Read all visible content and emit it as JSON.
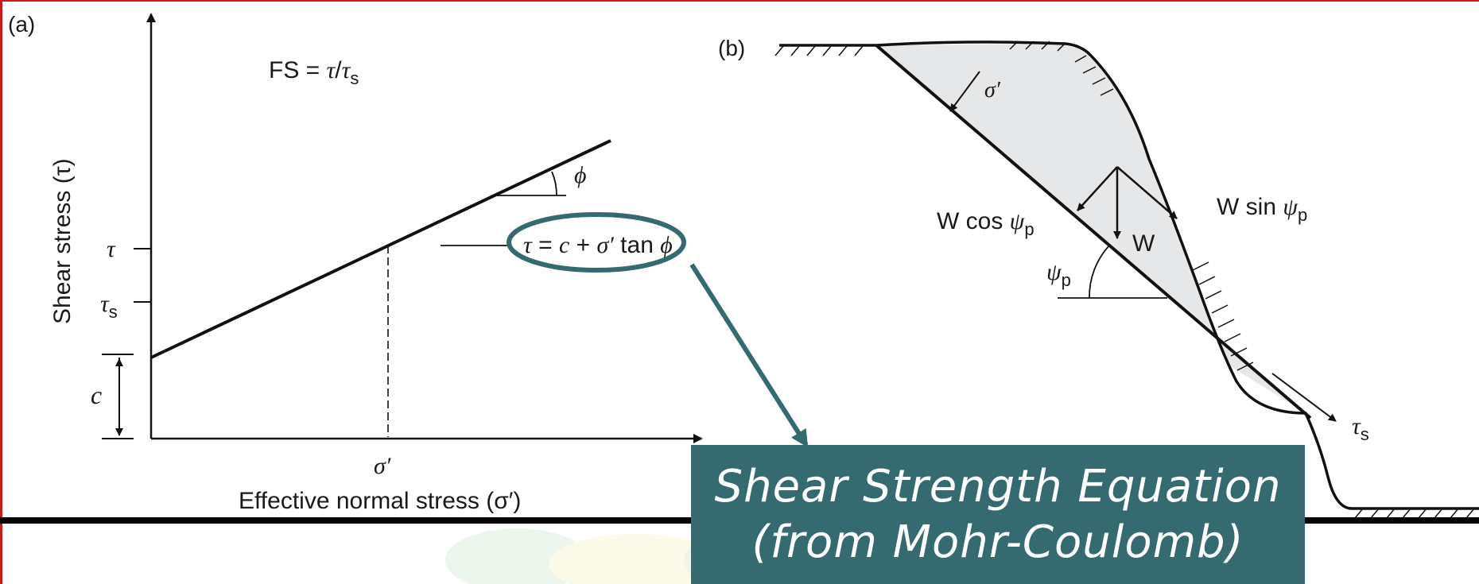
{
  "panel_a": {
    "label": "(a)",
    "fs_prefix": "FS = ",
    "fs_tau": "τ",
    "fs_slash": "/",
    "fs_taus": "τ",
    "fs_taus_sub": "s",
    "y_axis_label": "Shear stress (τ)",
    "x_axis_label": "Effective normal stress (σ′)",
    "tick_tau": "τ",
    "tick_taus": "τ",
    "tick_taus_sub": "s",
    "c_label": "c",
    "phi_label": "ϕ",
    "sigma_tick": "σ′",
    "equation_tau": "τ",
    "equation_eq": " = ",
    "equation_c": "c",
    "equation_plus": " + ",
    "equation_sigma": "σ′",
    "equation_tan": " tan ",
    "equation_phi": "ϕ"
  },
  "panel_b": {
    "label": "(b)",
    "sigma_label": "σ′",
    "w_cos_prefix": "W cos ",
    "w_sin_prefix": "W sin ",
    "psi": "ψ",
    "psi_sub": "p",
    "w_label": "W",
    "taus": "τ",
    "taus_sub": "s"
  },
  "callout": {
    "line1": "Shear Strength Equation",
    "line2": "(from Mohr-Coulomb)",
    "color": "#356b70"
  },
  "colors": {
    "accent_red": "#cc1a1a",
    "wedge_fill": "#e6e7e9",
    "highlight_teal": "#356b70"
  }
}
